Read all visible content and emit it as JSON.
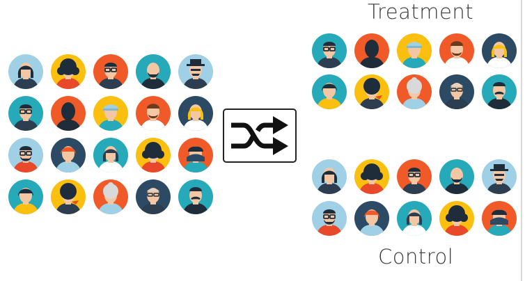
{
  "labels": {
    "treatment": "Treatment",
    "control": "Control"
  },
  "colors": {
    "orange": "#f05a28",
    "yellow": "#fbbf0f",
    "teal": "#26a9b8",
    "navy": "#2c4a63",
    "lightblue": "#9fd0e6"
  },
  "icons": {
    "shuffle": "shuffle-icon"
  },
  "population": [
    {
      "bg": "lightblue",
      "hair": "#1f2d3a",
      "skin": "#f3c7a3",
      "shirt": "#2c3e50",
      "style": "woman"
    },
    {
      "bg": "yellow",
      "hair": "#1f2d3a",
      "skin": "#f3c7a3",
      "shirt": "#e8492a",
      "style": "woman-curly"
    },
    {
      "bg": "orange",
      "hair": "#1f2d3a",
      "skin": "#f3c7a3",
      "shirt": "#2c3e50",
      "style": "man-glasses"
    },
    {
      "bg": "teal",
      "hair": "#f3c7a3",
      "skin": "#f3c7a3",
      "shirt": "#1f2d3a",
      "style": "bald-beard"
    },
    {
      "bg": "lightblue",
      "hair": "#2c3e50",
      "skin": "#f3c7a3",
      "shirt": "#2c3e50",
      "style": "hat"
    },
    {
      "bg": "teal",
      "hair": "#1f2d3a",
      "skin": "#f3c7a3",
      "shirt": "#2c3e50",
      "style": "man-glasses"
    },
    {
      "bg": "orange",
      "hair": "#1f2d3a",
      "skin": "#1f2d3a",
      "shirt": "#1f2d3a",
      "style": "dark"
    },
    {
      "bg": "yellow",
      "hair": "#9fd0e6",
      "skin": "#f3c7a3",
      "shirt": "#26a9b8",
      "style": "cap"
    },
    {
      "bg": "orange",
      "hair": "#6b3a1f",
      "skin": "#f3c7a3",
      "shirt": "#ffffff",
      "style": "man-beard"
    },
    {
      "bg": "navy",
      "hair": "#fbbf0f",
      "skin": "#f3c7a3",
      "shirt": "#ffffff",
      "style": "woman"
    },
    {
      "bg": "lightblue",
      "hair": "#1f2d3a",
      "skin": "#f3c7a3",
      "shirt": "#e8492a",
      "style": "man-glasses-beard"
    },
    {
      "bg": "navy",
      "hair": "#f05a28",
      "skin": "#f3c7a3",
      "shirt": "#9fd0e6",
      "style": "woman-short"
    },
    {
      "bg": "teal",
      "hair": "#2c3e50",
      "skin": "#f3c7a3",
      "shirt": "#ffffff",
      "style": "woman"
    },
    {
      "bg": "yellow",
      "hair": "#1f2d3a",
      "skin": "#f3c7a3",
      "shirt": "#e8492a",
      "style": "woman-curly"
    },
    {
      "bg": "orange",
      "hair": "#1f2d3a",
      "skin": "#f3c7a3",
      "shirt": "#26a9b8",
      "style": "hidden"
    },
    {
      "bg": "teal",
      "hair": "#1f2d3a",
      "skin": "#f3c7a3",
      "shirt": "#fbbf0f",
      "style": "woman-short"
    },
    {
      "bg": "yellow",
      "hair": "#1f2d3a",
      "skin": "#f3c7a3",
      "shirt": "#2c3e50",
      "style": "sunglasses"
    },
    {
      "bg": "orange",
      "hair": "#d9d9d9",
      "skin": "#f3c7a3",
      "shirt": "#9fd0e6",
      "style": "old-woman"
    },
    {
      "bg": "navy",
      "hair": "#f3c7a3",
      "skin": "#f3c7a3",
      "shirt": "#2c3e50",
      "style": "old-man"
    },
    {
      "bg": "teal",
      "hair": "#1f2d3a",
      "skin": "#f3c7a3",
      "shirt": "#1f2d3a",
      "style": "mustache"
    }
  ],
  "treatment_group": [
    {
      "bg": "teal",
      "hair": "#1f2d3a",
      "skin": "#f3c7a3",
      "shirt": "#2c3e50",
      "style": "man-glasses"
    },
    {
      "bg": "orange",
      "hair": "#1f2d3a",
      "skin": "#1f2d3a",
      "shirt": "#1f2d3a",
      "style": "dark"
    },
    {
      "bg": "yellow",
      "hair": "#9fd0e6",
      "skin": "#f3c7a3",
      "shirt": "#26a9b8",
      "style": "cap"
    },
    {
      "bg": "orange",
      "hair": "#6b3a1f",
      "skin": "#f3c7a3",
      "shirt": "#ffffff",
      "style": "man-beard"
    },
    {
      "bg": "navy",
      "hair": "#fbbf0f",
      "skin": "#f3c7a3",
      "shirt": "#ffffff",
      "style": "woman"
    },
    {
      "bg": "teal",
      "hair": "#1f2d3a",
      "skin": "#f3c7a3",
      "shirt": "#fbbf0f",
      "style": "woman-short"
    },
    {
      "bg": "yellow",
      "hair": "#1f2d3a",
      "skin": "#f3c7a3",
      "shirt": "#2c3e50",
      "style": "sunglasses"
    },
    {
      "bg": "orange",
      "hair": "#d9d9d9",
      "skin": "#f3c7a3",
      "shirt": "#9fd0e6",
      "style": "old-woman"
    },
    {
      "bg": "navy",
      "hair": "#f3c7a3",
      "skin": "#f3c7a3",
      "shirt": "#2c3e50",
      "style": "old-man"
    },
    {
      "bg": "teal",
      "hair": "#1f2d3a",
      "skin": "#f3c7a3",
      "shirt": "#1f2d3a",
      "style": "mustache"
    }
  ],
  "control_group": [
    {
      "bg": "lightblue",
      "hair": "#1f2d3a",
      "skin": "#f3c7a3",
      "shirt": "#2c3e50",
      "style": "woman"
    },
    {
      "bg": "yellow",
      "hair": "#1f2d3a",
      "skin": "#f3c7a3",
      "shirt": "#e8492a",
      "style": "woman-curly"
    },
    {
      "bg": "orange",
      "hair": "#1f2d3a",
      "skin": "#f3c7a3",
      "shirt": "#2c3e50",
      "style": "man-glasses"
    },
    {
      "bg": "teal",
      "hair": "#f3c7a3",
      "skin": "#f3c7a3",
      "shirt": "#1f2d3a",
      "style": "bald-beard"
    },
    {
      "bg": "lightblue",
      "hair": "#2c3e50",
      "skin": "#f3c7a3",
      "shirt": "#2c3e50",
      "style": "hat"
    },
    {
      "bg": "lightblue",
      "hair": "#1f2d3a",
      "skin": "#f3c7a3",
      "shirt": "#e8492a",
      "style": "man-glasses-beard"
    },
    {
      "bg": "navy",
      "hair": "#f05a28",
      "skin": "#f3c7a3",
      "shirt": "#9fd0e6",
      "style": "woman-short"
    },
    {
      "bg": "teal",
      "hair": "#2c3e50",
      "skin": "#f3c7a3",
      "shirt": "#ffffff",
      "style": "woman"
    },
    {
      "bg": "yellow",
      "hair": "#1f2d3a",
      "skin": "#f3c7a3",
      "shirt": "#e8492a",
      "style": "woman-curly"
    },
    {
      "bg": "orange",
      "hair": "#1f2d3a",
      "skin": "#f3c7a3",
      "shirt": "#26a9b8",
      "style": "hidden"
    }
  ]
}
